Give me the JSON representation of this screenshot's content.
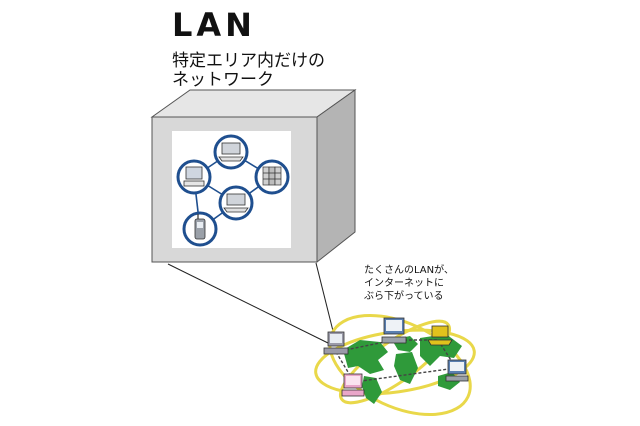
{
  "title": "LAN",
  "subtitle": [
    "特定エリア内だけの",
    "ネットワーク"
  ],
  "note": [
    "たくさんのLANが、",
    "インターネットに",
    "ぶら下がっている"
  ],
  "colors": {
    "box_front": "#d8d8d8",
    "box_side": "#b4b4b4",
    "box_top": "#e6e6e6",
    "node_ring": "#1f4f8f",
    "map_land": "#2f9a3a",
    "orbit": "#e9d84a"
  },
  "lan_nodes": [
    {
      "icon": "laptop-icon"
    },
    {
      "icon": "desktop-computer-icon"
    },
    {
      "icon": "server-rack-icon"
    },
    {
      "icon": "laptop-icon"
    },
    {
      "icon": "mobile-phone-icon"
    }
  ],
  "internet_devices": [
    {
      "icon": "desktop-computer-icon",
      "color": "#9a9aa8"
    },
    {
      "icon": "desktop-computer-icon",
      "color": "#5a7fb0"
    },
    {
      "icon": "laptop-icon",
      "color": "#e1c21c"
    },
    {
      "icon": "desktop-computer-icon",
      "color": "#5a7fb0"
    },
    {
      "icon": "desktop-computer-icon",
      "color": "#e9a6c9"
    }
  ]
}
